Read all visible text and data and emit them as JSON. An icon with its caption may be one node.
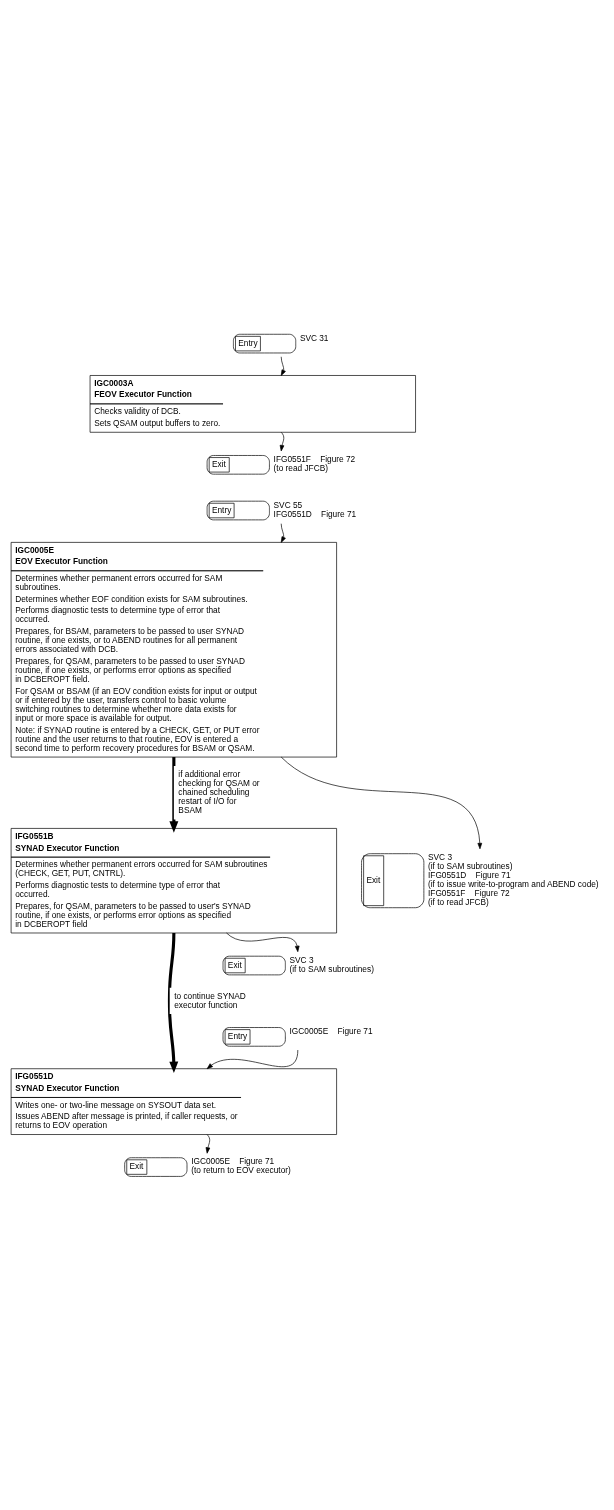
{
  "diagram": {
    "nodes": [
      {
        "text": [
          "Entry"
        ],
        "beside": [
          "SVC 31"
        ]
      },
      {
        "text": [
          "IGC0003A",
          "FEOV Executor Function",
          "Checks validity of DCB.",
          "Sets QSAM output buffers to zero."
        ]
      },
      {
        "text": [
          "Exit"
        ],
        "beside": [
          "IFG0551F    Figure 72",
          "(to read JFCB)"
        ]
      },
      {
        "text": [
          "Entry"
        ],
        "beside": [
          "SVC 55",
          "IFG0551D    Figure 71"
        ]
      },
      {
        "text": [
          "IGC0005E",
          "EOV Executor Function",
          "Determines whether permanent errors occurred for SAM subroutines.",
          "Determines whether EOF condition exists for SAM subroutines.",
          "Performs diagnostic tests to determine type of error that occurred.",
          "Prepares, for BSAM, parameters to be passed to user SYNAD routine, if one exists, or to ABEND routines for all permanent errors associated with DCB.",
          "Prepares, for QSAM, parameters to be passed to user SYNAD routine, if one exists, or performs error options as specified in DCBEROPT field.",
          "For QSAM or BSAM (if an EOV condition exists for input or output or if entered by the user, transfers control to basic volume switching routines to determine whether more data exists for input or more space is available for output.",
          "Note: if SYNAD routine is entered by a CHECK, GET, or PUT error routine and the user returns to that routine, EOV is entered a second time to perform recovery procedures for BSAM or QSAM."
        ]
      },
      {
        "text": [
          "Exit"
        ],
        "beside": [
          "SVC 3",
          "(if to SAM subroutines)",
          "IFG0551D    Figure 71",
          "(if to issue write-to-program and ABEND code)",
          "IFG0551F    Figure 72",
          "(if to read JFCB)"
        ]
      },
      {
        "text": [
          "IFG0551B",
          "SYNAD Executor Function",
          "Determines whether permanent errors occurred for SAM subroutines (CHECK, GET, PUT, CNTRL).",
          "Performs diagnostic tests to determine type of error that occurred.",
          "Prepares, for QSAM, parameters to be passed to user's SYNAD routine, if one exists, or performs error options as specified in DCBEROPT field"
        ]
      },
      {
        "text": [
          "Exit"
        ],
        "beside": [
          "SVC 3",
          "(if to SAM subroutines)"
        ]
      },
      {
        "text": [
          "Entry"
        ],
        "beside": [
          "IGC0005E    Figure 71"
        ]
      },
      {
        "text": [
          "IFG0551D",
          "SYNAD Executor Function",
          "Writes one- or two-line message on SYSOUT data set.",
          "Issues ABEND after message is printed, if caller requests, or returns to EOV operation"
        ]
      },
      {
        "text": [
          "Exit"
        ],
        "beside": [
          "IGC0005E    Figure 71",
          "(to return to EOV executor)"
        ]
      }
    ],
    "edges": [
      {
        "from": 0,
        "to": 1,
        "arrow": "to"
      },
      {
        "from": 1,
        "to": 2,
        "arrow": "to"
      },
      {
        "from": 3,
        "to": 4,
        "arrow": "to"
      },
      {
        "from": 4,
        "to": 5,
        "arrow": "to"
      },
      {
        "from": 4,
        "to": 6,
        "arrow": "to",
        "style": "thick",
        "label": "if additional error checking for QSAM or chained scheduling restart of I/O for BSAM"
      },
      {
        "from": 6,
        "to": 7,
        "arrow": "to"
      },
      {
        "from": 6,
        "to": 9,
        "arrow": "to",
        "style": "thick",
        "label": "to continue SYNAD executor function"
      },
      {
        "from": 8,
        "to": 9,
        "arrow": "to"
      },
      {
        "from": 9,
        "to": 10,
        "arrow": "to"
      }
    ]
  }
}
